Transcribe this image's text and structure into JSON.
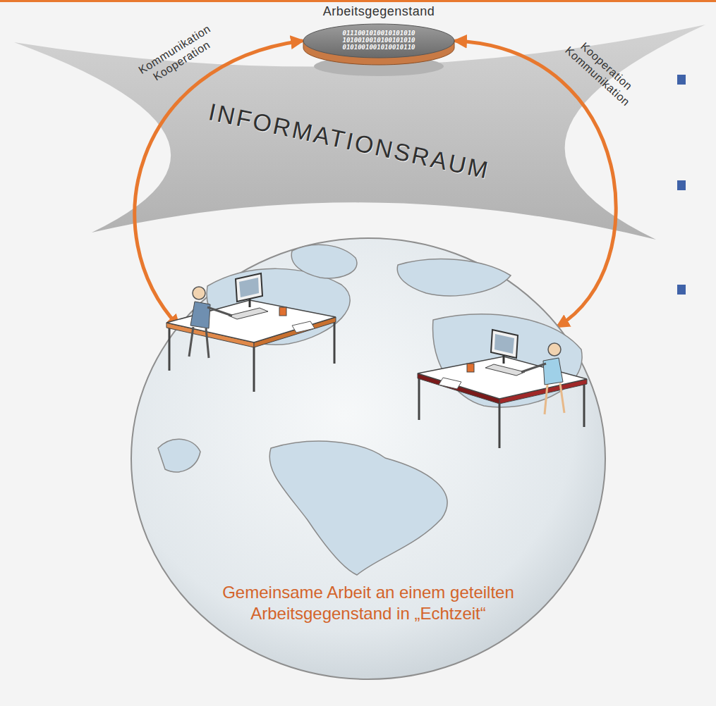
{
  "diagram": {
    "nodes": [
      {
        "text": [
          "Arbeitsgegenstand",
          "0111001010010101010 1010010010100101010 0101001001010010110"
        ]
      },
      {
        "text": [
          "INFORMATIONSRAUM"
        ]
      },
      {
        "text": [
          "Gemeinsame Arbeit an einem geteilten Arbeitsgegenstand in „Echtzeit“"
        ]
      }
    ],
    "edges": [
      {
        "from": 0,
        "to": 2,
        "arrow": "both",
        "label": "Kommunikation Kooperation"
      },
      {
        "from": 0,
        "to": 2,
        "arrow": "both",
        "label": "Kooperation Kommunikation"
      }
    ]
  }
}
